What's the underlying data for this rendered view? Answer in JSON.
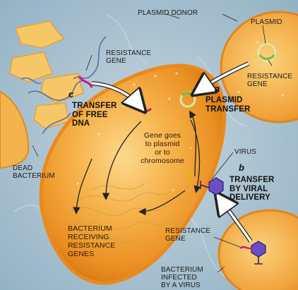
{
  "labels": {
    "plasmid_donor": "PLASMID DONOR",
    "plasmid": "PLASMID",
    "resistance_gene_top_left": "RESISTANCE\nGENE",
    "resistance_gene_top_right": "RESISTANCE\nGENE",
    "letter_c": "c",
    "transfer_free_dna": "TRANSFER\nOF FREE\nDNA",
    "letter_a": "a",
    "plasmid_transfer": "PLASMID\nTRANSFER",
    "gene_goes": "Gene goes\nto plasmid\nor to\nchromosome",
    "dead_bacterium": "DEAD\nBACTERIUM",
    "virus": "VIRUS",
    "letter_b": "b",
    "transfer_viral": "TRANSFER\nBY VIRAL\nDELIVERY",
    "bacterium_receiving": "BACTERIUM\nRECEIVING\nRESISTANCE\nGENES",
    "resistance_gene_bottom": "RESISTANCE\nGENE",
    "bacterium_infected": "BACTERIUM\nINFECTED\nBY A VIRUS"
  },
  "colors": {
    "background": "#a9c4d4",
    "bacterium_orange": "#f19b2c",
    "bacterium_highlight": "#fbd98a",
    "bacterium_rim": "#e98a1e",
    "dead_fragment": "#f6c766",
    "plasmid_ring": "#d9e6a8",
    "gene_magenta": "#c21e7a",
    "virus_purple": "#6a4fc4",
    "dna_blue": "#5b6fa8"
  }
}
